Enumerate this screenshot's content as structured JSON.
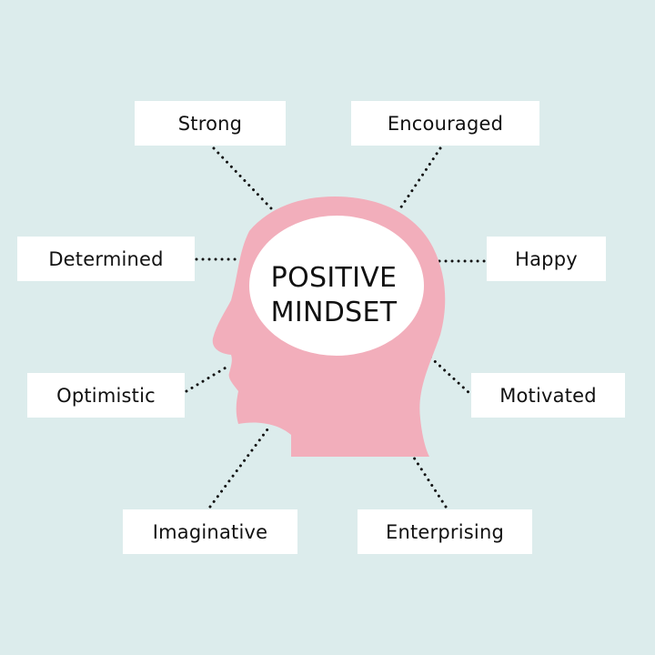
{
  "center": {
    "line1": "POSITIVE",
    "line2": "MINDSET"
  },
  "traits": [
    "Strong",
    "Encouraged",
    "Determined",
    "Happy",
    "Optimistic",
    "Motivated",
    "Imaginative",
    "Enterprising"
  ],
  "colors": {
    "background": "#dcecec",
    "head": "#f2aebb",
    "bubble": "#ffffff",
    "text": "#111111",
    "connector": "#111111"
  }
}
